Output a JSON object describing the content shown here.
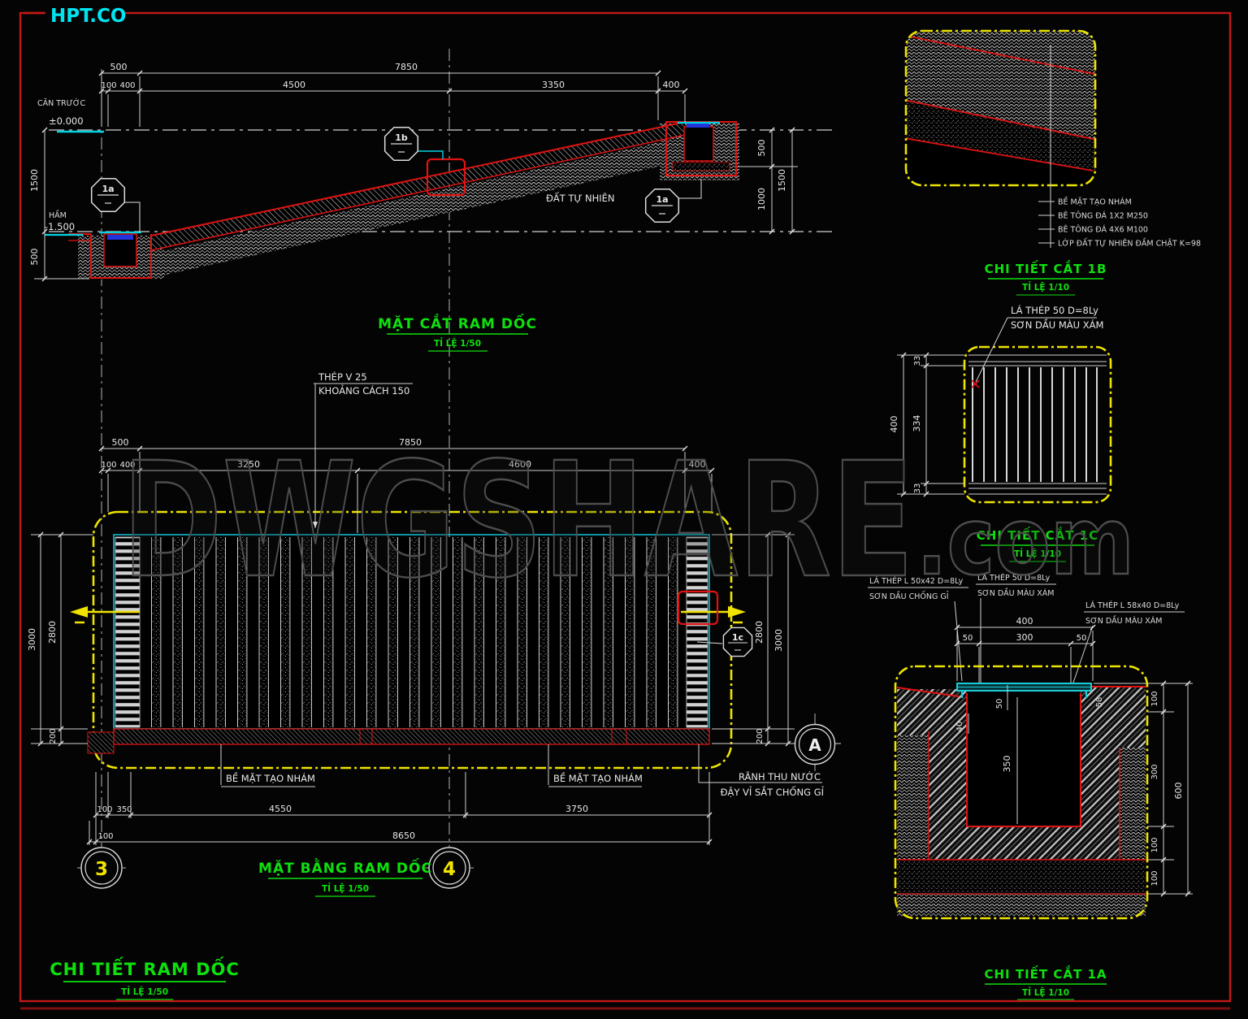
{
  "brand": {
    "logo": "HPT.CO"
  },
  "watermark": {
    "main": "DWGSHARE",
    "tld": ".com"
  },
  "colors": {
    "accent_red": "#c21818",
    "accent_yellow": "#ede400",
    "accent_cyan": "#00d4e4",
    "accent_green": "#0ee00e"
  },
  "section": {
    "title": "MẶT CẮT RAM DỐC",
    "scale": "TỈ LỆ 1/50",
    "front_label": "CĂN TRƯỚC",
    "level_zero": "±0.000",
    "basement_label": "HẦM",
    "basement_level": "-1.500",
    "soil_label": "ĐẤT TỰ NHIÊN",
    "bubbles": [
      "1a",
      "1b",
      "1a"
    ],
    "top1": [
      "500",
      "7850"
    ],
    "top2": [
      "100",
      "400",
      "4500",
      "3350",
      "400"
    ],
    "left": [
      "1500",
      "500"
    ],
    "right": [
      "500",
      "1000",
      "1500"
    ]
  },
  "plan": {
    "title": "MẶT BẰNG RAM DỐC",
    "scale": "TỈ LỆ 1/50",
    "rebar_note": [
      "THÉP V 25",
      "KHOẢNG CÁCH 150"
    ],
    "top1": [
      "500",
      "7850"
    ],
    "top2": [
      "100",
      "400",
      "3250",
      "4600",
      "400"
    ],
    "left": [
      "3000",
      "2800",
      "200"
    ],
    "right": [
      "2800",
      "3000",
      "200"
    ],
    "bot1": [
      "100",
      "350",
      "4550",
      "3750"
    ],
    "bot2": [
      "100",
      "8650"
    ],
    "rough1": "BỀ MẶT TẠO NHÁM",
    "rough2": "BỀ MẶT TẠO NHÁM",
    "drain1": "RÃNH THU NƯỚC",
    "drain2": "ĐẬY VỈ SẮT CHỐNG GỈ",
    "cut_bubble": "1c",
    "grid": [
      "3",
      "4",
      "A"
    ]
  },
  "detail_1b": {
    "title": "CHI TIẾT CẮT 1B",
    "scale": "TỈ LỆ 1/10",
    "notes": [
      "BỀ MẶT TẠO NHÁM",
      "BÊ TÔNG ĐÁ 1X2 M250",
      "BÊ TÔNG ĐÁ 4X6 M100",
      "LỚP ĐẤT TỰ NHIÊN ĐẦM CHẶT K=98"
    ]
  },
  "detail_1c": {
    "title": "CHI TIẾT CẮT 1C",
    "scale": "TỈ LỆ 1/10",
    "callout": [
      "LÁ THÉP 50 D=8Ly",
      "SƠN DẦU MÀU XÁM"
    ],
    "dims": [
      "33",
      "334",
      "33",
      "400"
    ]
  },
  "detail_1a": {
    "title": "CHI TIẾT CẮT 1A",
    "scale": "TỈ LỆ 1/10",
    "callout1": [
      "LÁ THÉP L 50x42 D=8Ly",
      "SƠN DẦU CHỐNG GỈ"
    ],
    "callout2": [
      "LÁ THÉP 50 D=8Ly",
      "SƠN DẦU MÀU XÁM"
    ],
    "callout3": [
      "LÁ THÉP L 58x40 D=8Ly",
      "SƠN DẦU MÀU XÁM"
    ],
    "top": [
      "400",
      "50",
      "300",
      "50"
    ],
    "inner": [
      "50",
      "40",
      "58",
      "350"
    ],
    "right": [
      "100",
      "300",
      "100",
      "100",
      "600"
    ]
  },
  "sheet": {
    "title": "CHI TIẾT RAM DỐC",
    "scale": "TỈ LỆ 1/50"
  }
}
